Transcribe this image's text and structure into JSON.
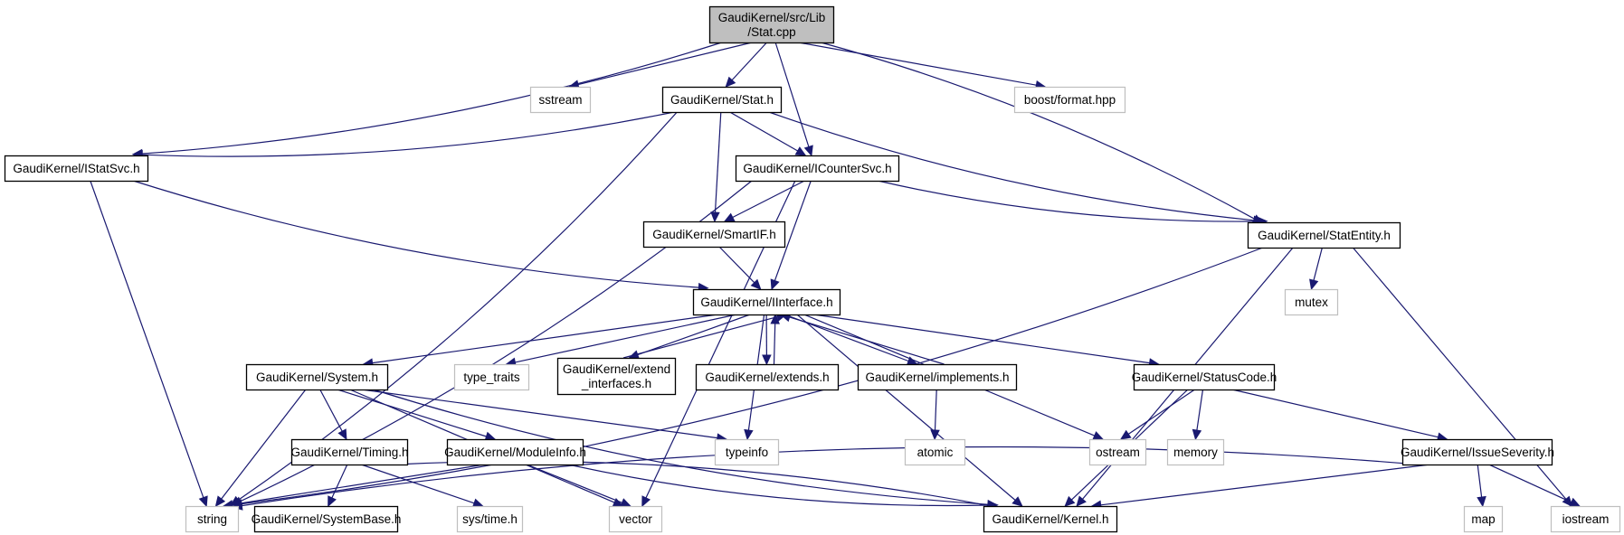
{
  "diagram": {
    "title": "GaudiKernel/src/Lib/Stat.cpp include dependency graph",
    "colors": {
      "edge": "#191970",
      "root_fill": "#bfbfbf",
      "node_border": "#000000",
      "external_border": "#bfbfbf",
      "node_fill": "#ffffff"
    },
    "nodes": [
      {
        "id": "stat_cpp",
        "label": [
          "GaudiKernel/src/Lib",
          "/Stat.cpp"
        ],
        "kind": "root"
      },
      {
        "id": "sstream",
        "label": [
          "sstream"
        ],
        "kind": "external"
      },
      {
        "id": "stat_h",
        "label": [
          "GaudiKernel/Stat.h"
        ],
        "kind": "internal"
      },
      {
        "id": "boost_format",
        "label": [
          "boost/format.hpp"
        ],
        "kind": "external"
      },
      {
        "id": "istatsvc",
        "label": [
          "GaudiKernel/IStatSvc.h"
        ],
        "kind": "internal"
      },
      {
        "id": "icountersvc",
        "label": [
          "GaudiKernel/ICounterSvc.h"
        ],
        "kind": "internal"
      },
      {
        "id": "smartif",
        "label": [
          "GaudiKernel/SmartIF.h"
        ],
        "kind": "internal"
      },
      {
        "id": "statentity",
        "label": [
          "GaudiKernel/StatEntity.h"
        ],
        "kind": "internal"
      },
      {
        "id": "mutex",
        "label": [
          "mutex"
        ],
        "kind": "external"
      },
      {
        "id": "iinterface",
        "label": [
          "GaudiKernel/IInterface.h"
        ],
        "kind": "internal"
      },
      {
        "id": "system",
        "label": [
          "GaudiKernel/System.h"
        ],
        "kind": "internal"
      },
      {
        "id": "type_traits",
        "label": [
          "type_traits"
        ],
        "kind": "external"
      },
      {
        "id": "extend_interfaces",
        "label": [
          "GaudiKernel/extend",
          "_interfaces.h"
        ],
        "kind": "internal"
      },
      {
        "id": "extends",
        "label": [
          "GaudiKernel/extends.h"
        ],
        "kind": "internal"
      },
      {
        "id": "implements",
        "label": [
          "GaudiKernel/implements.h"
        ],
        "kind": "internal"
      },
      {
        "id": "statuscode",
        "label": [
          "GaudiKernel/StatusCode.h"
        ],
        "kind": "internal"
      },
      {
        "id": "timing",
        "label": [
          "GaudiKernel/Timing.h"
        ],
        "kind": "internal"
      },
      {
        "id": "moduleinfo",
        "label": [
          "GaudiKernel/ModuleInfo.h"
        ],
        "kind": "internal"
      },
      {
        "id": "typeinfo",
        "label": [
          "typeinfo"
        ],
        "kind": "external"
      },
      {
        "id": "atomic",
        "label": [
          "atomic"
        ],
        "kind": "external"
      },
      {
        "id": "ostream",
        "label": [
          "ostream"
        ],
        "kind": "external"
      },
      {
        "id": "memory",
        "label": [
          "memory"
        ],
        "kind": "external"
      },
      {
        "id": "issueseverity",
        "label": [
          "GaudiKernel/IssueSeverity.h"
        ],
        "kind": "internal"
      },
      {
        "id": "string",
        "label": [
          "string"
        ],
        "kind": "external"
      },
      {
        "id": "systembase",
        "label": [
          "GaudiKernel/SystemBase.h"
        ],
        "kind": "internal"
      },
      {
        "id": "systime",
        "label": [
          "sys/time.h"
        ],
        "kind": "external"
      },
      {
        "id": "vector",
        "label": [
          "vector"
        ],
        "kind": "external"
      },
      {
        "id": "kernel",
        "label": [
          "GaudiKernel/Kernel.h"
        ],
        "kind": "internal"
      },
      {
        "id": "map",
        "label": [
          "map"
        ],
        "kind": "external"
      },
      {
        "id": "iostream",
        "label": [
          "iostream"
        ],
        "kind": "external"
      }
    ],
    "edges": [
      [
        "stat_cpp",
        "sstream"
      ],
      [
        "stat_cpp",
        "stat_h"
      ],
      [
        "stat_cpp",
        "istatsvc"
      ],
      [
        "stat_cpp",
        "icountersvc"
      ],
      [
        "stat_cpp",
        "statentity"
      ],
      [
        "stat_cpp",
        "boost_format"
      ],
      [
        "stat_h",
        "istatsvc"
      ],
      [
        "stat_h",
        "icountersvc"
      ],
      [
        "stat_h",
        "smartif"
      ],
      [
        "stat_h",
        "statentity"
      ],
      [
        "stat_h",
        "string"
      ],
      [
        "istatsvc",
        "iinterface"
      ],
      [
        "istatsvc",
        "string"
      ],
      [
        "icountersvc",
        "smartif"
      ],
      [
        "icountersvc",
        "iinterface"
      ],
      [
        "icountersvc",
        "statentity"
      ],
      [
        "icountersvc",
        "string"
      ],
      [
        "icountersvc",
        "vector"
      ],
      [
        "smartif",
        "iinterface"
      ],
      [
        "statentity",
        "mutex"
      ],
      [
        "statentity",
        "string"
      ],
      [
        "statentity",
        "kernel"
      ],
      [
        "statentity",
        "iostream"
      ],
      [
        "iinterface",
        "system"
      ],
      [
        "iinterface",
        "type_traits"
      ],
      [
        "iinterface",
        "extend_interfaces"
      ],
      [
        "iinterface",
        "extends"
      ],
      [
        "iinterface",
        "implements"
      ],
      [
        "iinterface",
        "statuscode"
      ],
      [
        "iinterface",
        "typeinfo"
      ],
      [
        "iinterface",
        "ostream"
      ],
      [
        "iinterface",
        "kernel"
      ],
      [
        "extend_interfaces",
        "iinterface"
      ],
      [
        "extends",
        "iinterface"
      ],
      [
        "implements",
        "iinterface"
      ],
      [
        "implements",
        "atomic"
      ],
      [
        "system",
        "timing"
      ],
      [
        "system",
        "moduleinfo"
      ],
      [
        "system",
        "typeinfo"
      ],
      [
        "system",
        "string"
      ],
      [
        "system",
        "vector"
      ],
      [
        "system",
        "kernel"
      ],
      [
        "timing",
        "systembase"
      ],
      [
        "timing",
        "systime"
      ],
      [
        "timing",
        "kernel"
      ],
      [
        "moduleinfo",
        "string"
      ],
      [
        "moduleinfo",
        "vector"
      ],
      [
        "moduleinfo",
        "kernel"
      ],
      [
        "statuscode",
        "ostream"
      ],
      [
        "statuscode",
        "memory"
      ],
      [
        "statuscode",
        "kernel"
      ],
      [
        "statuscode",
        "issueseverity"
      ],
      [
        "issueseverity",
        "map"
      ],
      [
        "issueseverity",
        "iostream"
      ],
      [
        "issueseverity",
        "kernel"
      ],
      [
        "issueseverity",
        "string"
      ]
    ]
  }
}
